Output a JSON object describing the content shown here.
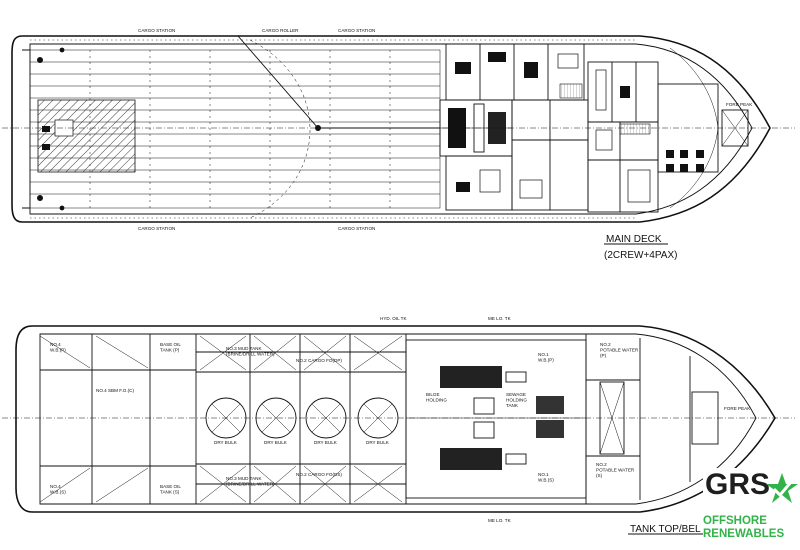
{
  "main_deck": {
    "title": "MAIN DECK",
    "subtitle": "(2CREW+4PAX)",
    "labels": {
      "cargo_station_tl": "CARGO STATION",
      "cargo_roller": "CARGO ROLLER",
      "cargo_station_tr": "CARGO STATION",
      "cargo_station_bl": "CARGO STATION",
      "cargo_station_br": "CARGO STATION",
      "fore_peak": "FORE PEAK"
    }
  },
  "tank_top": {
    "title": "TANK TOP/BEL",
    "labels": {
      "no4_wb_p": "NO.4\nW.B.(P)",
      "no4_wb_s": "NO.4\nW.B.(S)",
      "base_oil_p": "BASE OIL\nTANK (P)",
      "base_oil_s": "BASE OIL\nTANK (S)",
      "no4_sbm": "NO.4 SBM F.O.(C)",
      "dry_bulk_1": "DRY BULK",
      "dry_bulk_2": "DRY BULK",
      "dry_bulk_3": "DRY BULK",
      "dry_bulk_4": "DRY BULK",
      "mud_tank_p": "NO.3 MUD TANK\n(BRINE/DRILL WATER)",
      "mud_tank_s": "NO.3 MUD TANK\n(BRINE/DRILL WATER)",
      "cargo_fo_p": "NO.2 CARGO FO(DP)",
      "cargo_fo_s": "NO.2 CARGO FO(DS)",
      "hyd_oil": "HYD. OIL TK",
      "bilge_holding": "BILGE\nHOLDING",
      "sewage": "SEWAGE\nHOLDING\nTANK",
      "no1_wb_p": "NO.1\nW.B.(P)",
      "no1_wb_s": "NO.1\nW.B.(S)",
      "potable_p": "NO.2\nPOTABLE WATER\n(P)",
      "potable_s": "NO.2\nPOTABLE WATER\n(S)",
      "fore_peak": "FORE PEAK",
      "me_lo_p": "ME LO. TK",
      "me_lo_s": "ME LO. TK"
    }
  },
  "logo": {
    "name": "GRS",
    "line1": "OFFSHORE",
    "line2": "RENEWABLES",
    "accent": "#32b34a",
    "dark": "#1e1e1e"
  }
}
